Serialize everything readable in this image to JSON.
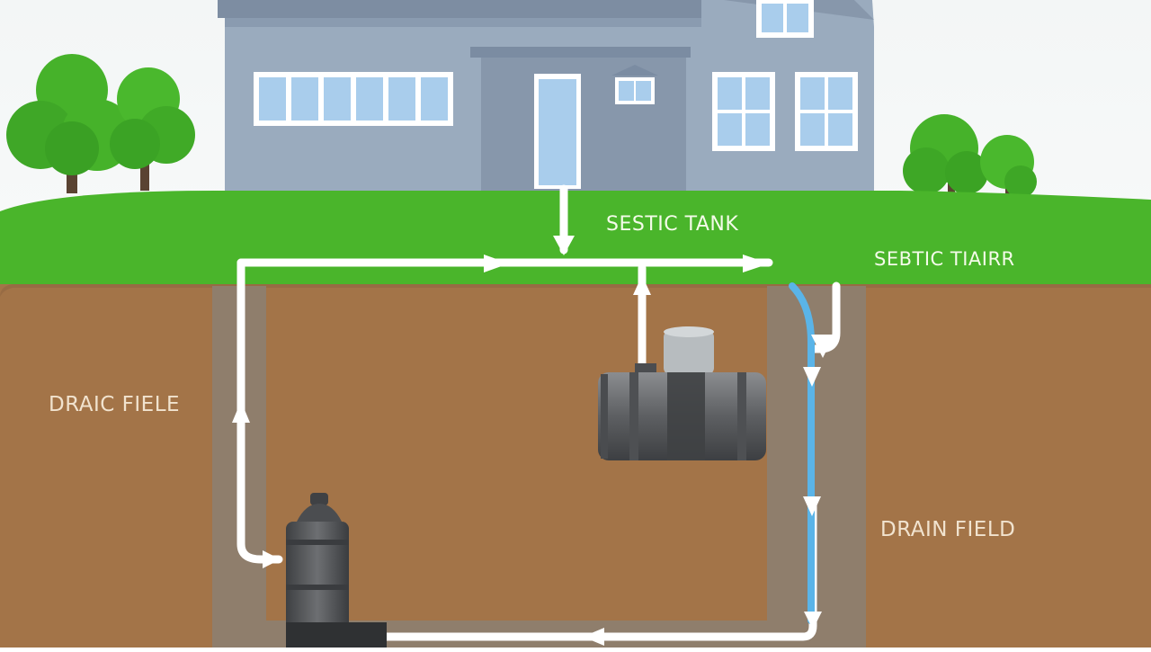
{
  "labels": {
    "septic_tank": "SESTIC TANK",
    "septic_tiarr": "SEBTIC TIAIRR",
    "drain_field_left": "DRAIC FIELE",
    "drain_field_right": "DRAIN FIELD"
  },
  "colors": {
    "sky": "#f6f8f8",
    "grass": "#4ab52b",
    "soil": "#a37448",
    "house_wall": "#9aaabd",
    "house_roof": "#7e8ea3",
    "window_glass": "#a9cdec",
    "pipe": "#ffffff",
    "water": "#5ab4e8",
    "tank": "#6a6c6f",
    "tree": "#46b22a"
  },
  "icons": {
    "house": "house-icon",
    "tree": "tree-icon",
    "tank": "septic-tank-icon",
    "pump": "pump-tank-icon",
    "arrow": "flow-arrow-icon"
  }
}
